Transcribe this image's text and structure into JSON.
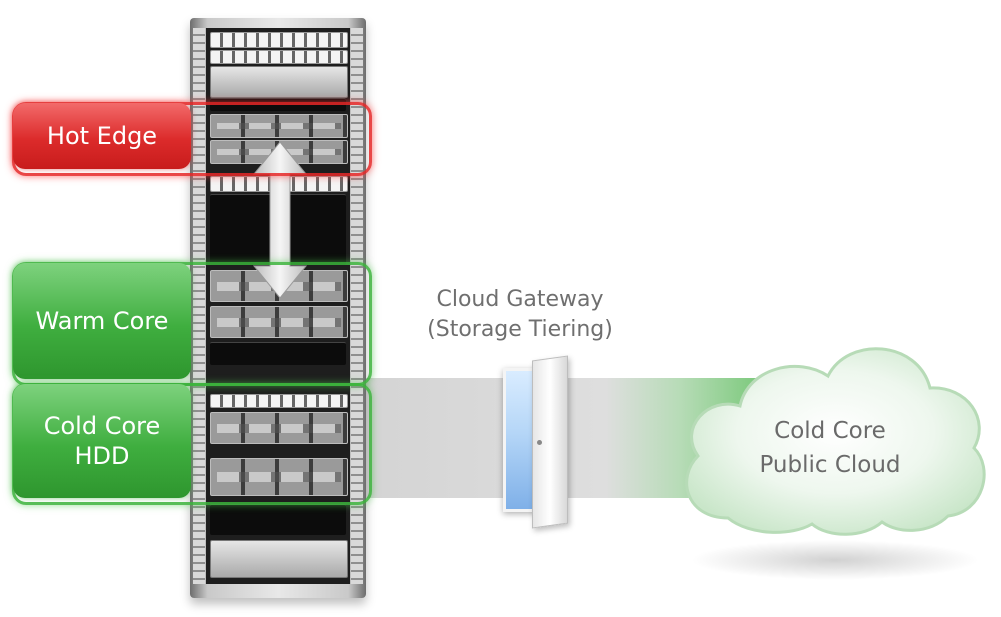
{
  "tiers": {
    "hot_edge": "Hot Edge",
    "warm_core": "Warm Core",
    "cold_core_hdd": "Cold Core\nHDD"
  },
  "gateway": {
    "line1": "Cloud Gateway",
    "line2": "(Storage Tiering)"
  },
  "cloud": {
    "label": "Cold Core\nPublic Cloud"
  },
  "colors": {
    "hot": "#dc2b2b",
    "warm": "#3fae3f",
    "cold": "#3fae3f"
  }
}
